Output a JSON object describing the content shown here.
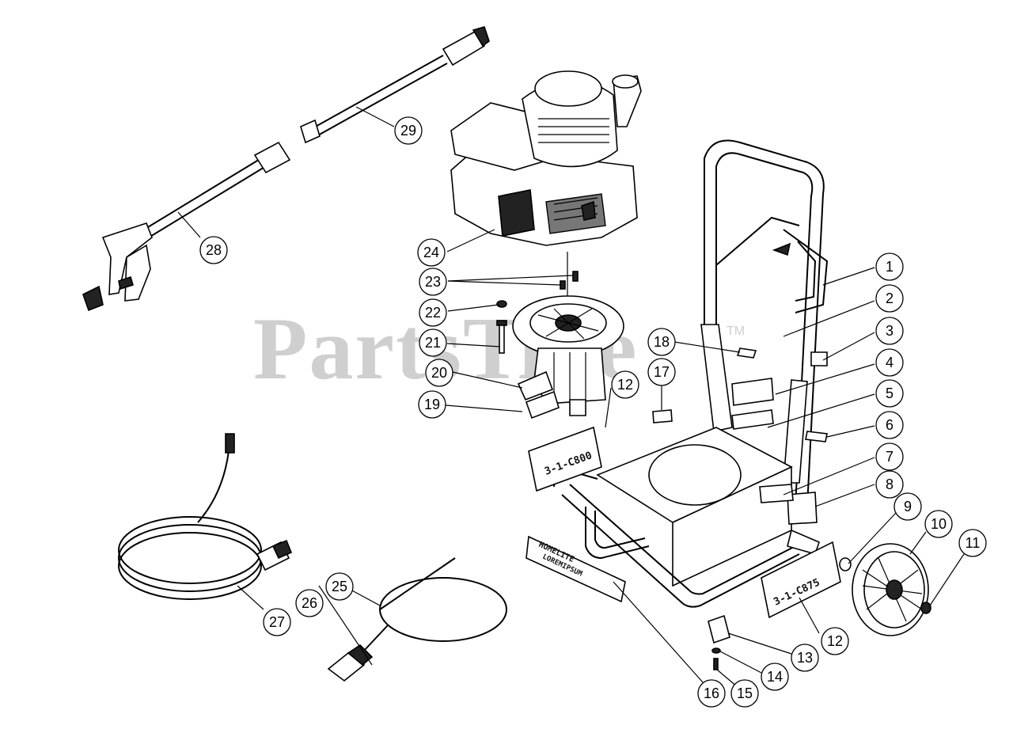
{
  "watermark": {
    "brand": "PartsTree",
    "trademark": "TM"
  },
  "decals": {
    "left_model": "3-1-C800",
    "right_model": "3-1-C875",
    "homelite_line1": "HOMELITE",
    "homelite_line2": "LOREMIPSUM"
  },
  "callouts": [
    "1",
    "2",
    "3",
    "4",
    "5",
    "6",
    "7",
    "8",
    "9",
    "10",
    "11",
    "12",
    "12",
    "13",
    "14",
    "15",
    "16",
    "17",
    "18",
    "19",
    "20",
    "21",
    "22",
    "23",
    "24",
    "25",
    "26",
    "27",
    "28",
    "29"
  ]
}
